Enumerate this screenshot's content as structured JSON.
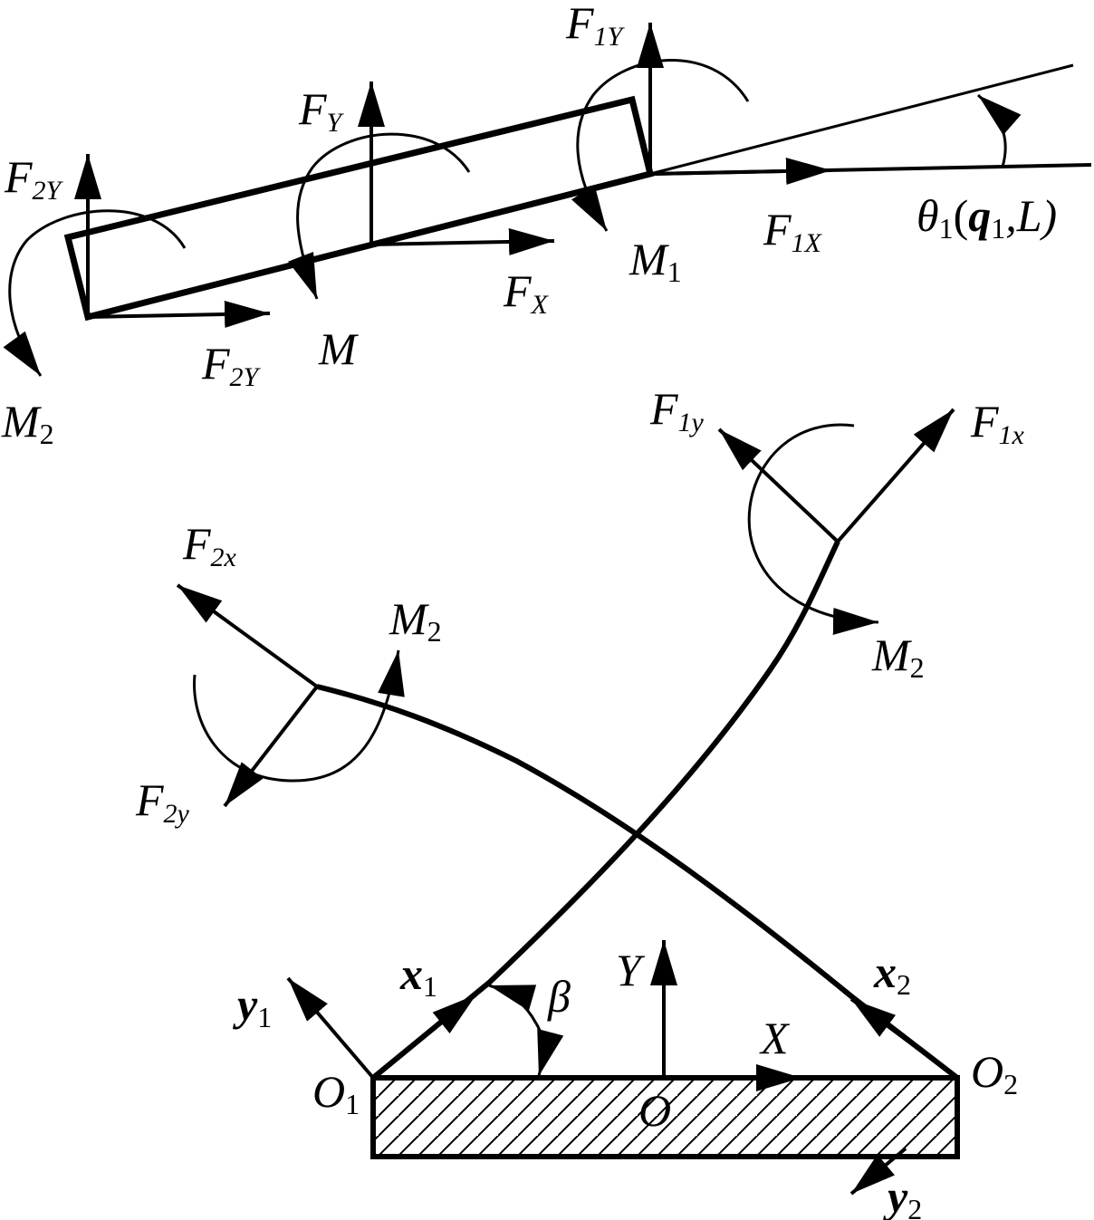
{
  "colors": {
    "ink": "#000000",
    "background": "#ffffff"
  },
  "top_figure": {
    "f1y": {
      "main": "F",
      "sub": "1Y"
    },
    "fy": {
      "main": "F",
      "sub": "Y"
    },
    "f2y_upper": {
      "main": "F",
      "sub": "2Y"
    },
    "f2y_lower": {
      "main": "F",
      "sub": "2Y"
    },
    "fx": {
      "main": "F",
      "sub": "X"
    },
    "f1x": {
      "main": "F",
      "sub": "1X"
    },
    "m": {
      "main": "M"
    },
    "m1": {
      "main": "M",
      "sub": "1"
    },
    "m2": {
      "main": "M",
      "sub": "2"
    },
    "theta": {
      "main": "θ",
      "sub": "1",
      "args_open": "(",
      "q": "q",
      "q_sub": "1",
      "args_rest": ",L)"
    }
  },
  "bottom_figure": {
    "f1y": {
      "main": "F",
      "sub": "1y"
    },
    "f1x": {
      "main": "F",
      "sub": "1x"
    },
    "f2x": {
      "main": "F",
      "sub": "2x"
    },
    "f2y": {
      "main": "F",
      "sub": "2y"
    },
    "m2_left": {
      "main": "M",
      "sub": "2"
    },
    "m2_right": {
      "main": "M",
      "sub": "2"
    },
    "x1": {
      "main": "x",
      "sub": "1"
    },
    "y1": {
      "main": "y",
      "sub": "1"
    },
    "x2": {
      "main": "x",
      "sub": "2"
    },
    "y2": {
      "main": "y",
      "sub": "2"
    },
    "beta": {
      "main": "β"
    },
    "Y": {
      "main": "Y"
    },
    "X": {
      "main": "X"
    },
    "O": {
      "main": "O"
    },
    "O1": {
      "main": "O",
      "sub": "1"
    },
    "O2": {
      "main": "O",
      "sub": "2"
    }
  }
}
